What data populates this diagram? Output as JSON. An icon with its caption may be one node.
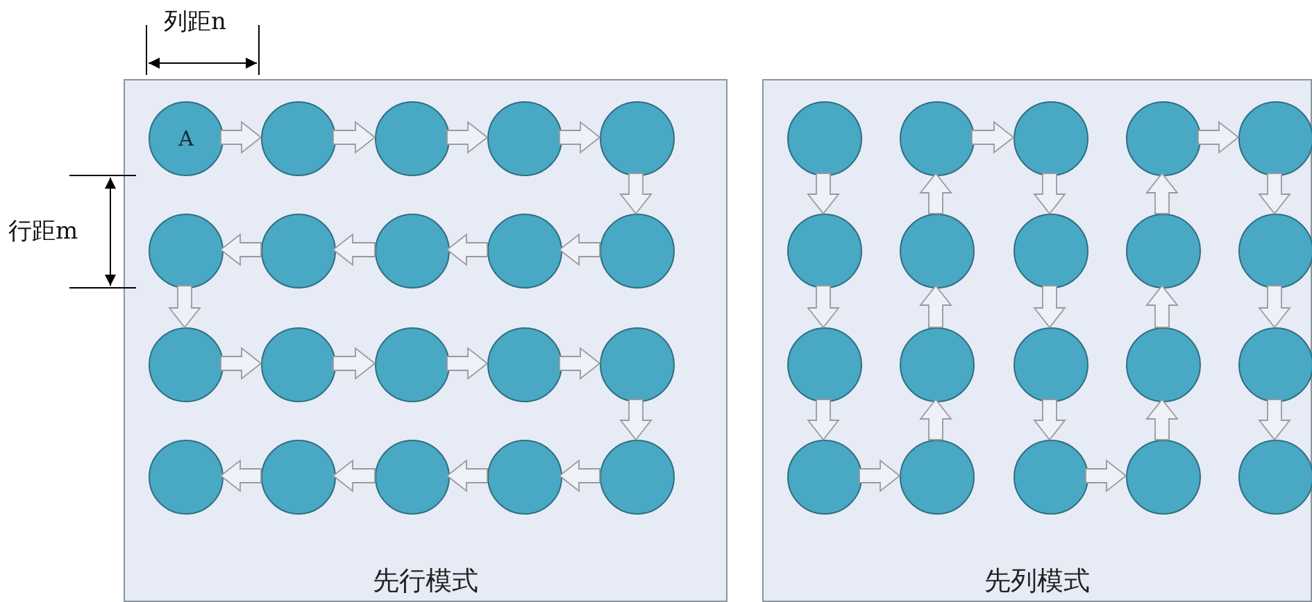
{
  "diagram": {
    "nodes": [
      {
        "text": [
          "先行模式"
        ]
      },
      {
        "text": [
          "A"
        ],
        "in": 0
      },
      {
        "text": [],
        "shape": "circle",
        "in": 0
      },
      {
        "text": [],
        "shape": "circle",
        "in": 0
      },
      {
        "text": [],
        "shape": "circle",
        "in": 0
      },
      {
        "text": [],
        "shape": "circle",
        "in": 0
      },
      {
        "text": [],
        "shape": "circle",
        "in": 0
      },
      {
        "text": [],
        "shape": "circle",
        "in": 0
      },
      {
        "text": [],
        "shape": "circle",
        "in": 0
      },
      {
        "text": [],
        "shape": "circle",
        "in": 0
      },
      {
        "text": [],
        "shape": "circle",
        "in": 0
      },
      {
        "text": [],
        "shape": "circle",
        "in": 0
      },
      {
        "text": [],
        "shape": "circle",
        "in": 0
      },
      {
        "text": [],
        "shape": "circle",
        "in": 0
      },
      {
        "text": [],
        "shape": "circle",
        "in": 0
      },
      {
        "text": [],
        "shape": "circle",
        "in": 0
      },
      {
        "text": [],
        "shape": "circle",
        "in": 0
      },
      {
        "text": [],
        "shape": "circle",
        "in": 0
      },
      {
        "text": [],
        "shape": "circle",
        "in": 0
      },
      {
        "text": [],
        "shape": "circle",
        "in": 0
      },
      {
        "text": [],
        "shape": "circle",
        "in": 0
      },
      {
        "text": [
          "先列模式"
        ]
      },
      {
        "text": [],
        "shape": "circle",
        "in": 21
      },
      {
        "text": [],
        "shape": "circle",
        "in": 21
      },
      {
        "text": [],
        "shape": "circle",
        "in": 21
      },
      {
        "text": [],
        "shape": "circle",
        "in": 21
      },
      {
        "text": [],
        "shape": "circle",
        "in": 21
      },
      {
        "text": [],
        "shape": "circle",
        "in": 21
      },
      {
        "text": [],
        "shape": "circle",
        "in": 21
      },
      {
        "text": [],
        "shape": "circle",
        "in": 21
      },
      {
        "text": [],
        "shape": "circle",
        "in": 21
      },
      {
        "text": [],
        "shape": "circle",
        "in": 21
      },
      {
        "text": [],
        "shape": "circle",
        "in": 21
      },
      {
        "text": [],
        "shape": "circle",
        "in": 21
      },
      {
        "text": [],
        "shape": "circle",
        "in": 21
      },
      {
        "text": [],
        "shape": "circle",
        "in": 21
      },
      {
        "text": [],
        "shape": "circle",
        "in": 21
      },
      {
        "text": [],
        "shape": "circle",
        "in": 21
      },
      {
        "text": [],
        "shape": "circle",
        "in": 21
      },
      {
        "text": [],
        "shape": "circle",
        "in": 21
      },
      {
        "text": [],
        "shape": "circle",
        "in": 21
      },
      {
        "text": [],
        "shape": "circle",
        "in": 21
      }
    ],
    "edges": [
      {
        "from": 1,
        "to": 2,
        "arrow": "to"
      },
      {
        "from": 2,
        "to": 3,
        "arrow": "to"
      },
      {
        "from": 3,
        "to": 4,
        "arrow": "to"
      },
      {
        "from": 4,
        "to": 5,
        "arrow": "to"
      },
      {
        "from": 5,
        "to": 10,
        "arrow": "to"
      },
      {
        "from": 10,
        "to": 9,
        "arrow": "to"
      },
      {
        "from": 9,
        "to": 8,
        "arrow": "to"
      },
      {
        "from": 8,
        "to": 7,
        "arrow": "to"
      },
      {
        "from": 7,
        "to": 6,
        "arrow": "to"
      },
      {
        "from": 6,
        "to": 11,
        "arrow": "to"
      },
      {
        "from": 11,
        "to": 12,
        "arrow": "to"
      },
      {
        "from": 12,
        "to": 13,
        "arrow": "to"
      },
      {
        "from": 13,
        "to": 14,
        "arrow": "to"
      },
      {
        "from": 14,
        "to": 15,
        "arrow": "to"
      },
      {
        "from": 15,
        "to": 20,
        "arrow": "to"
      },
      {
        "from": 20,
        "to": 19,
        "arrow": "to"
      },
      {
        "from": 19,
        "to": 18,
        "arrow": "to"
      },
      {
        "from": 18,
        "to": 17,
        "arrow": "to"
      },
      {
        "from": 17,
        "to": 16,
        "arrow": "to"
      },
      {
        "from": 22,
        "to": 27,
        "arrow": "to"
      },
      {
        "from": 27,
        "to": 32,
        "arrow": "to"
      },
      {
        "from": 32,
        "to": 37,
        "arrow": "to"
      },
      {
        "from": 37,
        "to": 38,
        "arrow": "to"
      },
      {
        "from": 38,
        "to": 33,
        "arrow": "to"
      },
      {
        "from": 33,
        "to": 28,
        "arrow": "to"
      },
      {
        "from": 28,
        "to": 23,
        "arrow": "to"
      },
      {
        "from": 23,
        "to": 24,
        "arrow": "to"
      },
      {
        "from": 24,
        "to": 29,
        "arrow": "to"
      },
      {
        "from": 29,
        "to": 34,
        "arrow": "to"
      },
      {
        "from": 34,
        "to": 39,
        "arrow": "to"
      },
      {
        "from": 39,
        "to": 40,
        "arrow": "to"
      },
      {
        "from": 40,
        "to": 35,
        "arrow": "to"
      },
      {
        "from": 35,
        "to": 30,
        "arrow": "to"
      },
      {
        "from": 30,
        "to": 25,
        "arrow": "to"
      },
      {
        "from": 25,
        "to": 26,
        "arrow": "to"
      },
      {
        "from": 26,
        "to": 31,
        "arrow": "to"
      },
      {
        "from": 31,
        "to": 36,
        "arrow": "to"
      },
      {
        "from": 36,
        "to": 41,
        "arrow": "to"
      }
    ],
    "labels": [
      "列距n",
      "行距m"
    ]
  }
}
